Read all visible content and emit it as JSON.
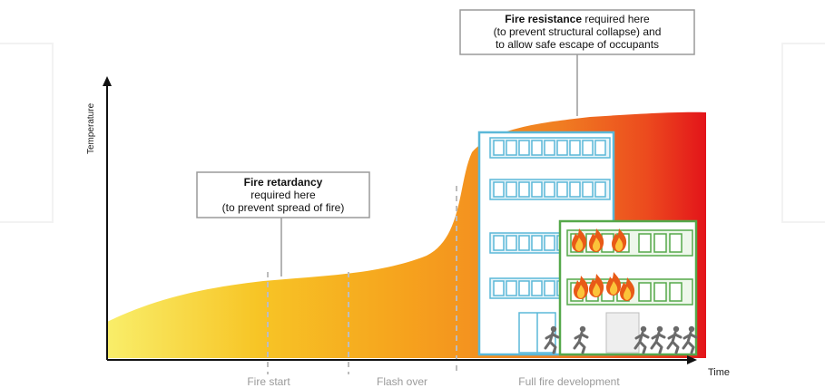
{
  "axes": {
    "y_label": "Temperature",
    "x_label": "Time"
  },
  "callouts": {
    "retardancy": {
      "bold": "Fire retardancy",
      "line2": "required here",
      "line3": "(to prevent spread of fire)"
    },
    "resistance": {
      "bold": "Fire resistance",
      "line1_rest": " required here",
      "line2": "(to prevent structural collapse) and",
      "line3": "to allow safe escape of occupants"
    }
  },
  "phases": {
    "fire_start": "Fire start",
    "flash_over": "Flash over",
    "full_development": "Full fire development"
  },
  "colors": {
    "curve_start": "#f7e21e",
    "curve_mid": "#f7a51c",
    "curve_orange": "#f08424",
    "curve_end": "#e8161b",
    "building_blue": "#5bb8d8",
    "building_green": "#55a84a",
    "exit_sign_gray": "#888888"
  },
  "icons": [
    "flame-icon",
    "running-person-icon"
  ]
}
